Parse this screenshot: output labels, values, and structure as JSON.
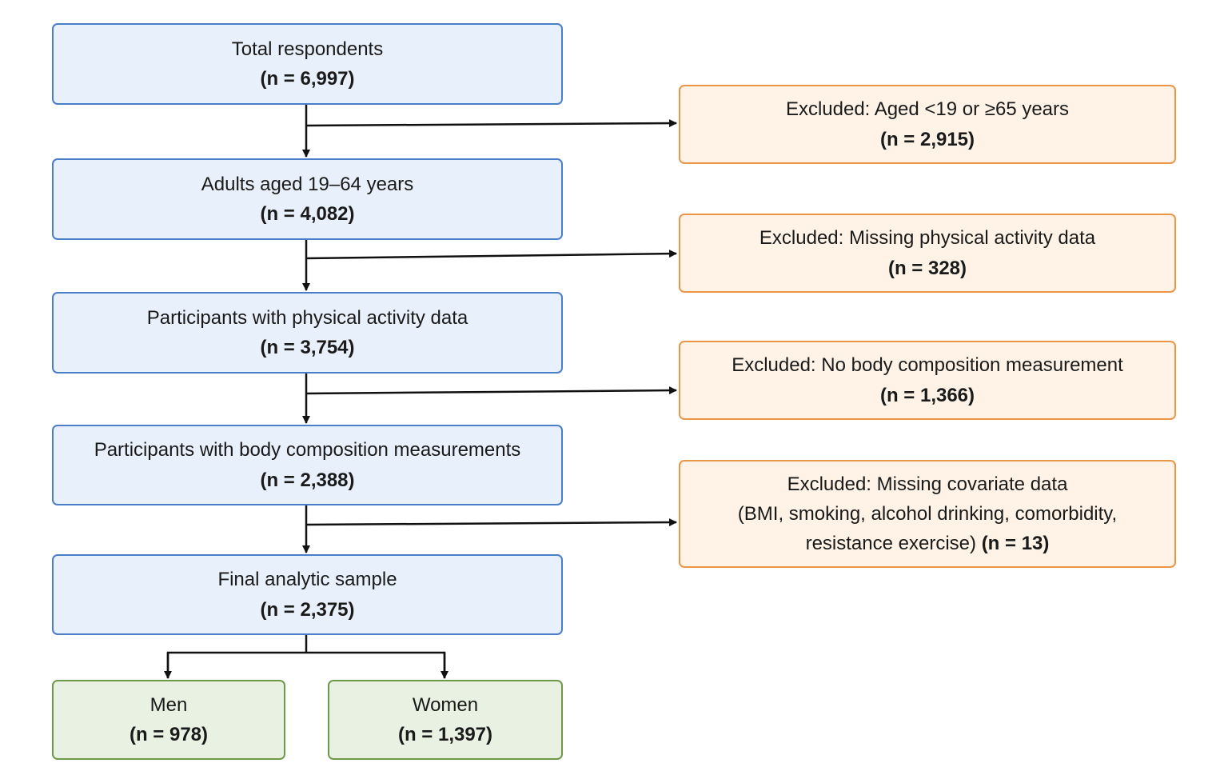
{
  "main_steps": [
    {
      "label": "Total respondents",
      "count": "(n = 6,997)"
    },
    {
      "label": "Adults aged 19–64 years",
      "count": "(n = 4,082)"
    },
    {
      "label": "Participants with physical activity data",
      "count": "(n = 3,754)"
    },
    {
      "label": "Participants with body composition measurements",
      "count": "(n = 2,388)"
    },
    {
      "label": "Final analytic sample",
      "count": "(n = 2,375)"
    }
  ],
  "exclusions": [
    {
      "label": "Excluded: Aged <19 or ≥65 years",
      "count": "(n = 2,915)"
    },
    {
      "label": "Excluded: Missing physical activity data",
      "count": "(n = 328)"
    },
    {
      "label": "Excluded: No body composition measurement",
      "count": "(n = 1,366)"
    },
    {
      "label": "Excluded: Missing covariate data",
      "detail_line1": "(BMI, smoking, alcohol drinking, comorbidity,",
      "detail_line2": "resistance exercise)",
      "count": "(n = 13)"
    }
  ],
  "groups": [
    {
      "label": "Men",
      "count": "(n = 978)"
    },
    {
      "label": "Women",
      "count": "(n = 1,397)"
    }
  ],
  "colors": {
    "main_fill": "#e8f0fb",
    "main_border": "#4a7ec9",
    "exclusion_fill": "#fef3e6",
    "exclusion_border": "#ea9648",
    "group_fill": "#e9f1e2",
    "group_border": "#6d9a4a",
    "connector": "#111111"
  }
}
